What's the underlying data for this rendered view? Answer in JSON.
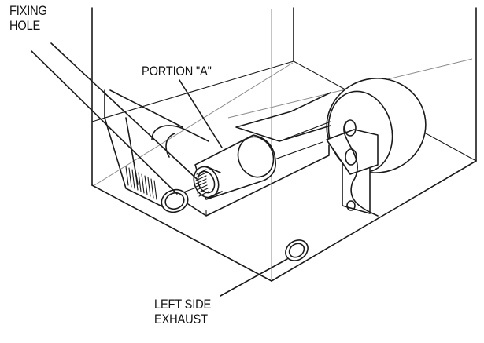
{
  "labels": {
    "fixing_hole": [
      "FIXING",
      "HOLE"
    ],
    "portion_a": "PORTION \"A\"",
    "left_side_exhaust": [
      "LEFT SIDE",
      "EXHAUST"
    ]
  },
  "colors": {
    "line": "#1a1a1a",
    "background": "#ffffff"
  }
}
